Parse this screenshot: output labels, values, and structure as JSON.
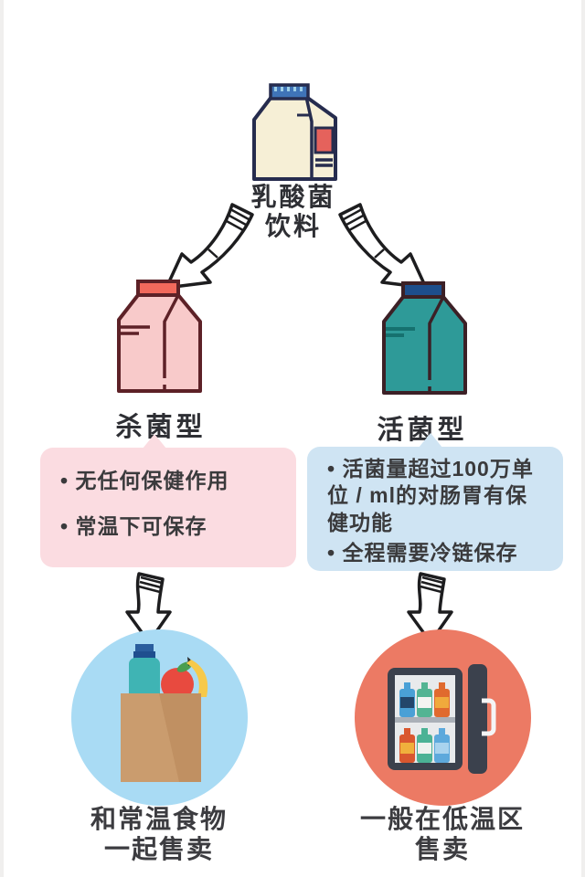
{
  "palette": {
    "background": "#ffffff",
    "outline_navy": "#262c4e",
    "outline_maroon": "#5d2127",
    "root_carton_body": "#f6efd6",
    "root_carton_cap": "#3f74b8",
    "root_carton_label_patch": "#e5625c",
    "sterilized_carton_body": "#f8caca",
    "sterilized_carton_cap": "#f2695c",
    "live_carton_body": "#2e9a98",
    "live_carton_cap": "#1d4e8c",
    "left_box_bg": "#fbdce1",
    "right_box_bg": "#cfe4f3",
    "left_circle_bg": "#a9dbf4",
    "right_circle_bg": "#ec7a64",
    "text_dark": "#3a3a3c"
  },
  "root": {
    "title_line1": "乳酸菌",
    "title_line2": "饮料"
  },
  "branches": {
    "left": {
      "type_label": "杀菌型",
      "box_items": [
        "无任何保健作用",
        "常温下可保存"
      ],
      "result_line1": "和常温食物",
      "result_line2": "一起售卖"
    },
    "right": {
      "type_label": "活菌型",
      "box_items": [
        "活菌量超过100万单位 / ml的对肠胃有保健功能",
        "全程需要冷链保存"
      ],
      "result_line1": "一般在低温区",
      "result_line2": "售卖"
    }
  }
}
